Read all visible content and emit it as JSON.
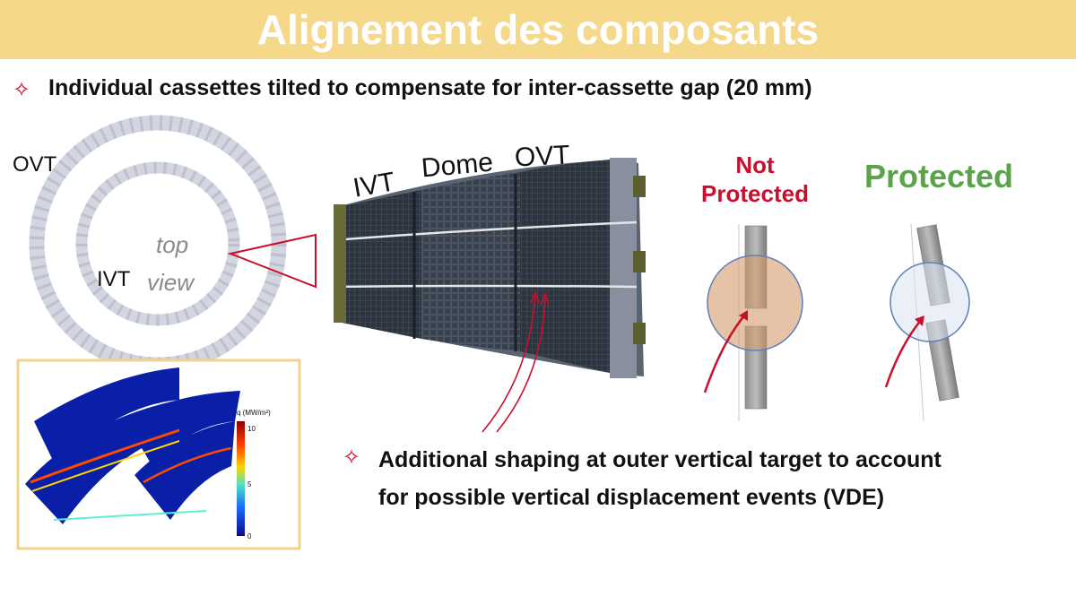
{
  "slide": {
    "title": "Alignement des composants",
    "bullet1": "Individual cassettes tilted to compensate for inter-cassette gap (20 mm)",
    "bullet2_line1": "Additional shaping at outer vertical target to account",
    "bullet2_line2": "for possible vertical displacement events (VDE)",
    "bullet_glyph": "✧"
  },
  "top_view": {
    "ovt": "OVT",
    "ivt": "IVT",
    "top": "top",
    "view": "view"
  },
  "cassette": {
    "ivt": "IVT",
    "dome": "Dome",
    "ovt": "OVT"
  },
  "protection": {
    "not_protected_line1": "Not",
    "not_protected_line2": "Protected",
    "protected": "Protected"
  },
  "heatmap": {
    "legend_title": "q (MW/m²)",
    "ticks": [
      "10",
      "5",
      "0"
    ]
  },
  "colors": {
    "title_bar": "#f5d88a",
    "bullet": "#c8102e",
    "not_protected": "#c8102e",
    "protected": "#5aa34a"
  }
}
